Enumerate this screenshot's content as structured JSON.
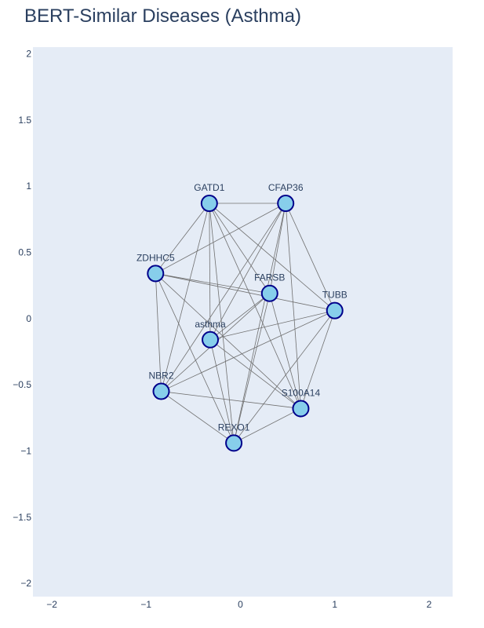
{
  "chart_data": {
    "type": "network",
    "title": "BERT-Similar Diseases (Asthma)",
    "xlim": [
      -2.2,
      2.25
    ],
    "ylim": [
      -2.1,
      2.05
    ],
    "x_ticks": [
      {
        "value": -2,
        "label": "−2"
      },
      {
        "value": -1,
        "label": "−1"
      },
      {
        "value": 0,
        "label": "0"
      },
      {
        "value": 1,
        "label": "1"
      },
      {
        "value": 2,
        "label": "2"
      }
    ],
    "y_ticks": [
      {
        "value": 2,
        "label": "2"
      },
      {
        "value": 1.5,
        "label": "1.5"
      },
      {
        "value": 1,
        "label": "1"
      },
      {
        "value": 0.5,
        "label": "0.5"
      },
      {
        "value": 0,
        "label": "0"
      },
      {
        "value": -0.5,
        "label": "−0.5"
      },
      {
        "value": -1,
        "label": "−1"
      },
      {
        "value": -1.5,
        "label": "−1.5"
      },
      {
        "value": -2,
        "label": "−2"
      }
    ],
    "nodes": [
      {
        "id": "GATD1",
        "x": -0.33,
        "y": 0.87
      },
      {
        "id": "CFAP36",
        "x": 0.48,
        "y": 0.87
      },
      {
        "id": "ZDHHC5",
        "x": -0.9,
        "y": 0.34
      },
      {
        "id": "FARSB",
        "x": 0.31,
        "y": 0.19
      },
      {
        "id": "TUBB",
        "x": 1.0,
        "y": 0.06
      },
      {
        "id": "asthma",
        "x": -0.32,
        "y": -0.16
      },
      {
        "id": "NBR2",
        "x": -0.84,
        "y": -0.55
      },
      {
        "id": "S100A14",
        "x": 0.64,
        "y": -0.68
      },
      {
        "id": "REXO1",
        "x": -0.07,
        "y": -0.94
      }
    ],
    "edges": [
      [
        "GATD1",
        "CFAP36"
      ],
      [
        "GATD1",
        "ZDHHC5"
      ],
      [
        "GATD1",
        "FARSB"
      ],
      [
        "GATD1",
        "TUBB"
      ],
      [
        "GATD1",
        "asthma"
      ],
      [
        "GATD1",
        "NBR2"
      ],
      [
        "GATD1",
        "S100A14"
      ],
      [
        "GATD1",
        "REXO1"
      ],
      [
        "CFAP36",
        "ZDHHC5"
      ],
      [
        "CFAP36",
        "FARSB"
      ],
      [
        "CFAP36",
        "TUBB"
      ],
      [
        "CFAP36",
        "asthma"
      ],
      [
        "CFAP36",
        "NBR2"
      ],
      [
        "CFAP36",
        "S100A14"
      ],
      [
        "CFAP36",
        "REXO1"
      ],
      [
        "ZDHHC5",
        "FARSB"
      ],
      [
        "ZDHHC5",
        "TUBB"
      ],
      [
        "ZDHHC5",
        "NBR2"
      ],
      [
        "ZDHHC5",
        "S100A14"
      ],
      [
        "ZDHHC5",
        "REXO1"
      ],
      [
        "FARSB",
        "NBR2"
      ],
      [
        "FARSB",
        "S100A14"
      ],
      [
        "FARSB",
        "REXO1"
      ],
      [
        "FARSB",
        "asthma"
      ],
      [
        "TUBB",
        "asthma"
      ],
      [
        "TUBB",
        "NBR2"
      ],
      [
        "TUBB",
        "S100A14"
      ],
      [
        "TUBB",
        "REXO1"
      ],
      [
        "asthma",
        "S100A14"
      ],
      [
        "asthma",
        "REXO1"
      ],
      [
        "NBR2",
        "S100A14"
      ],
      [
        "NBR2",
        "REXO1"
      ],
      [
        "S100A14",
        "REXO1"
      ]
    ],
    "colors": {
      "plot_bg": "#e5ecf6",
      "node_fill": "#87ceeb",
      "node_stroke": "#00008b",
      "edge": "#707070",
      "text": "#2a3f5f"
    }
  }
}
